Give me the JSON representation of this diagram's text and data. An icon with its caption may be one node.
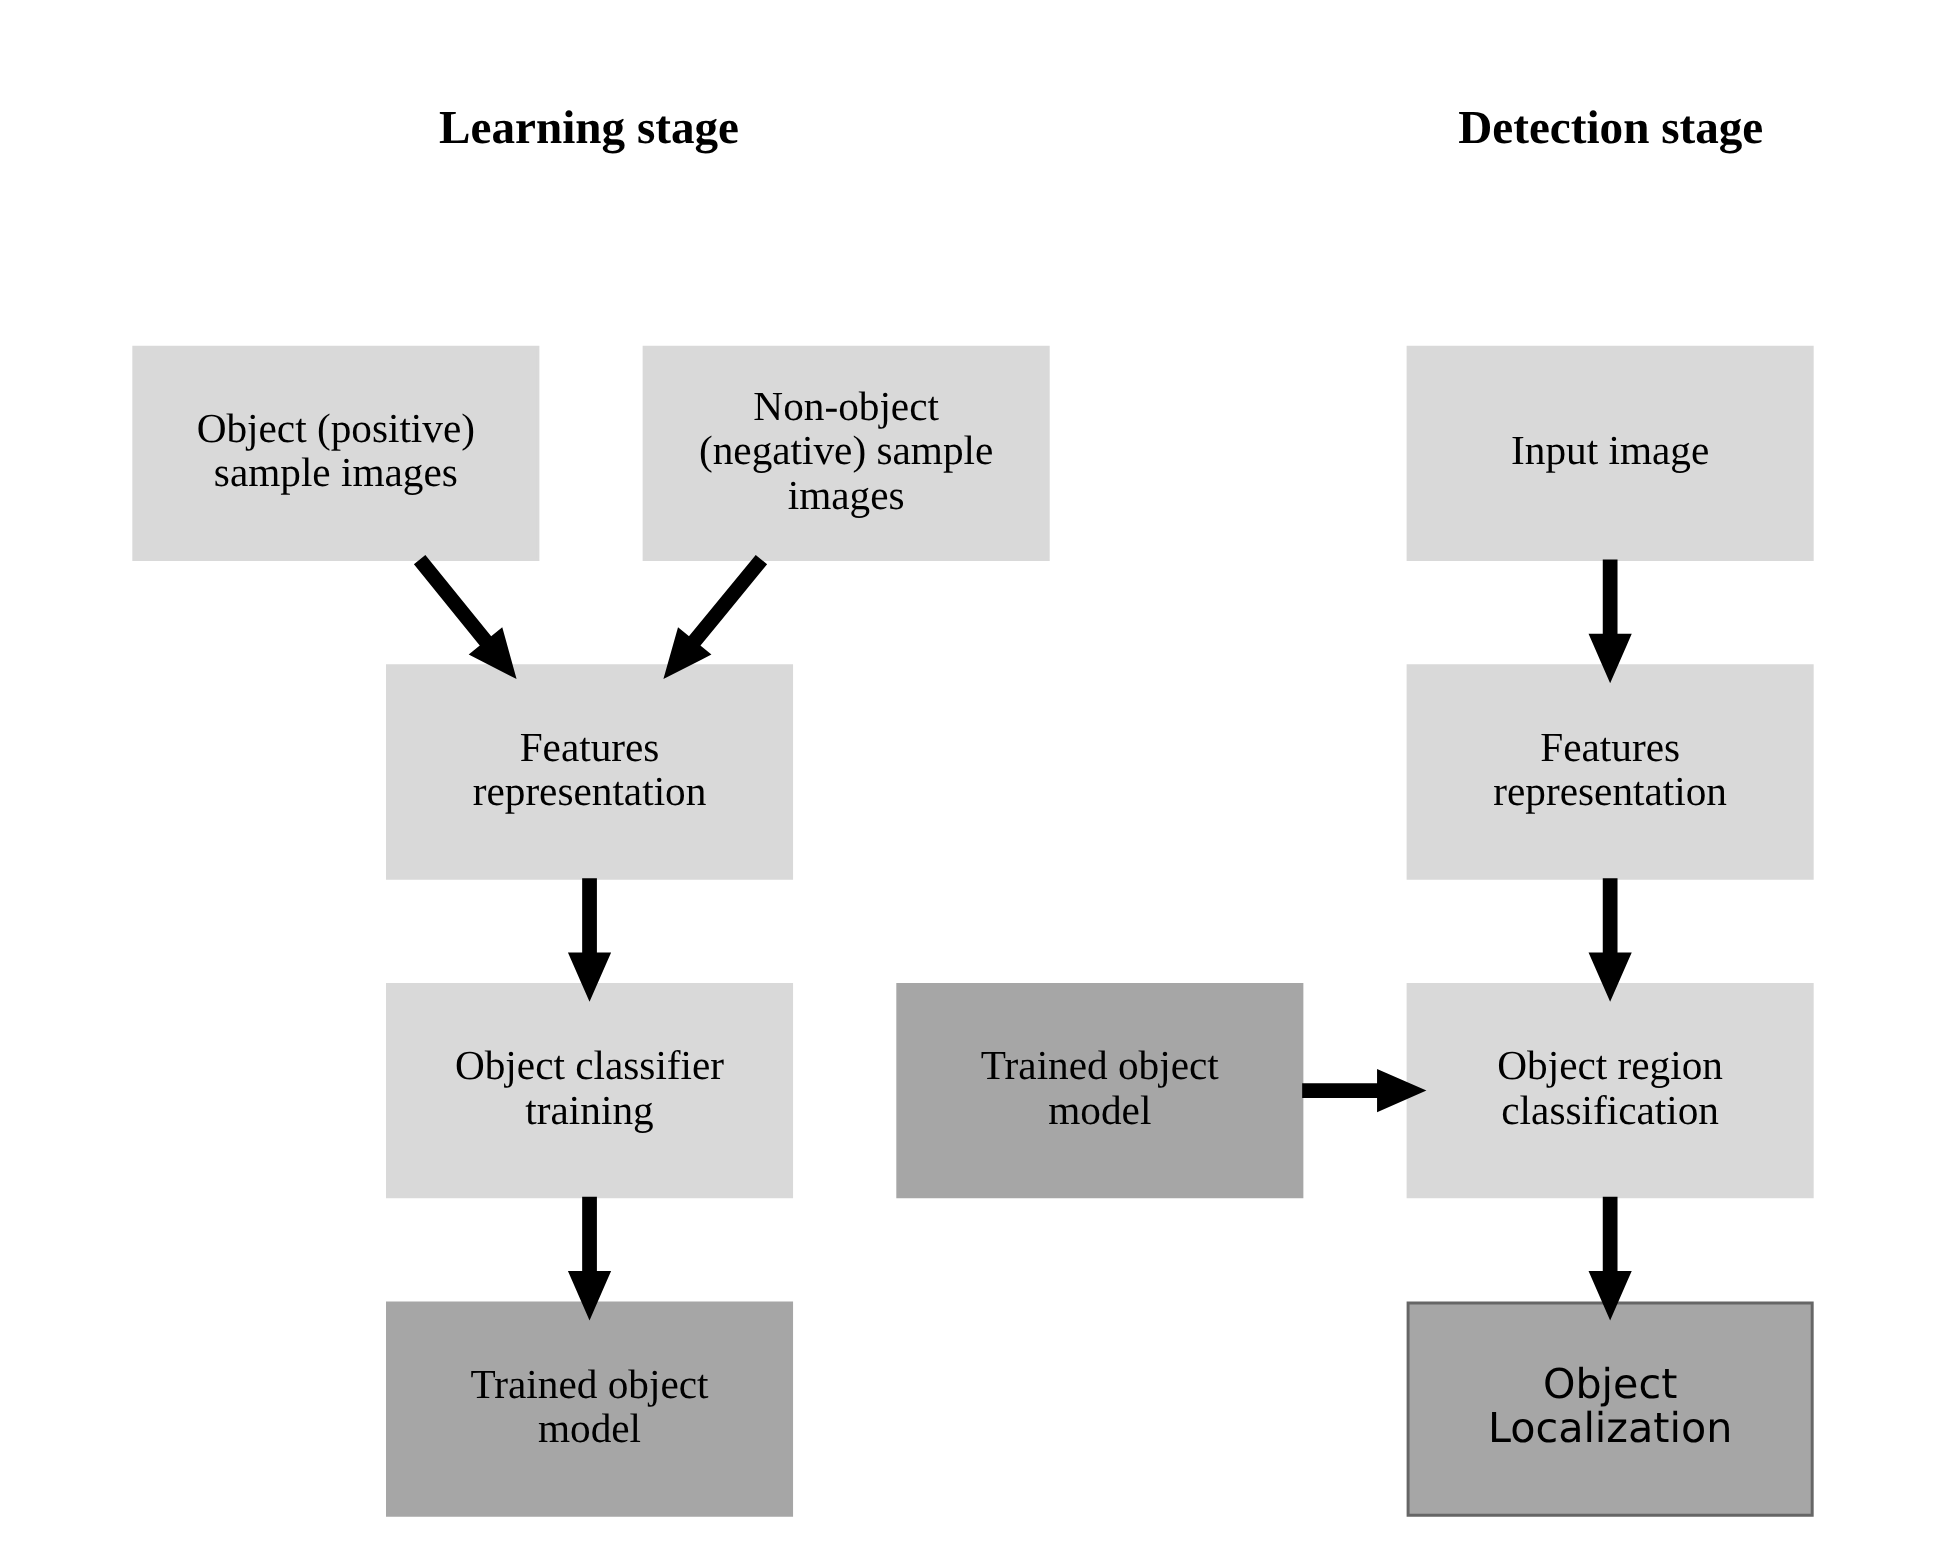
{
  "diagram": {
    "nodes": [
      {
        "text": [
          "Object (positive) sample images"
        ]
      },
      {
        "text": [
          "Non-object (negative) sample images"
        ]
      },
      {
        "text": [
          "Features representation"
        ]
      },
      {
        "text": [
          "Object classifier training"
        ]
      },
      {
        "text": [
          "Trained object model"
        ]
      },
      {
        "text": [
          "Input image"
        ]
      },
      {
        "text": [
          "Features representation"
        ]
      },
      {
        "text": [
          "Trained object model"
        ]
      },
      {
        "text": [
          "Object region classification"
        ]
      },
      {
        "text": [
          "Object Localization"
        ]
      }
    ],
    "edges": [
      {
        "from": 0,
        "to": 2,
        "arrow": "to"
      },
      {
        "from": 1,
        "to": 2,
        "arrow": "to"
      },
      {
        "from": 2,
        "to": 3,
        "arrow": "to"
      },
      {
        "from": 3,
        "to": 4,
        "arrow": "to"
      },
      {
        "from": 5,
        "to": 6,
        "arrow": "to"
      },
      {
        "from": 6,
        "to": 8,
        "arrow": "to"
      },
      {
        "from": 7,
        "to": 8,
        "arrow": "to"
      },
      {
        "from": 8,
        "to": 9,
        "arrow": "to"
      }
    ],
    "labels": [
      "Learning stage",
      "Detection stage"
    ]
  }
}
